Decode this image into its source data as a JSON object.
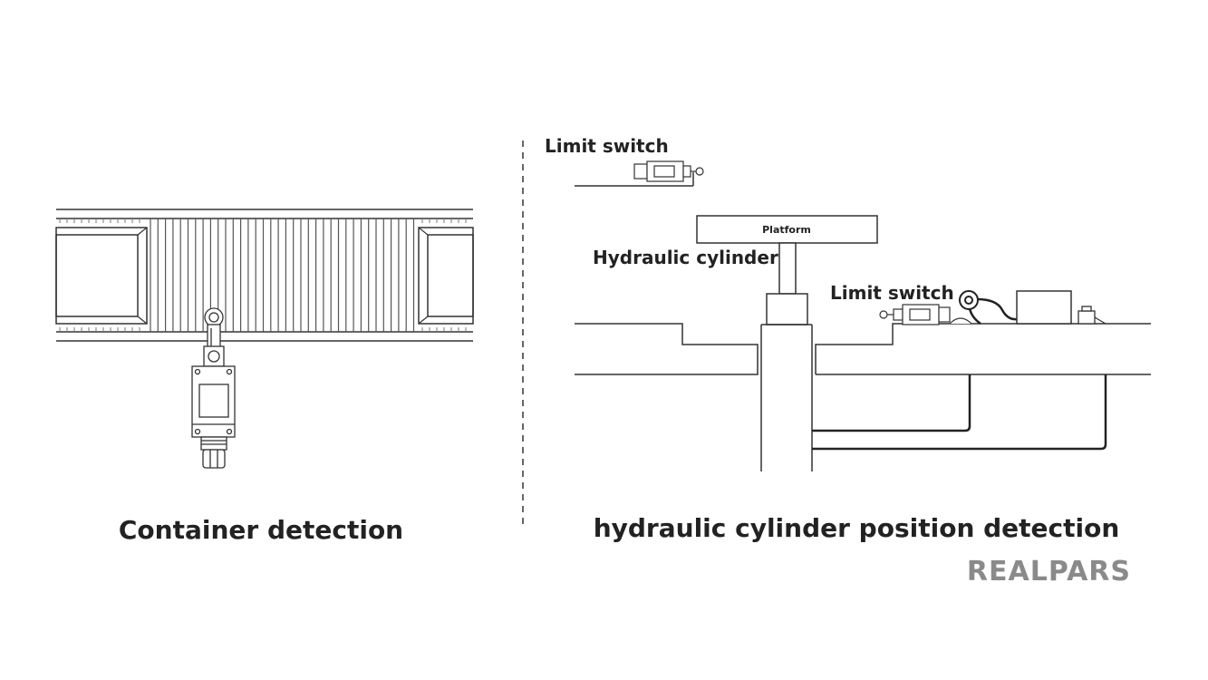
{
  "left_panel": {
    "caption": "Container detection"
  },
  "right_panel": {
    "caption": "hydraulic cylinder position detection",
    "limit_switch_top_label": "Limit switch",
    "limit_switch_mid_label": "Limit switch",
    "platform_label": "Platform",
    "cylinder_label": "Hydraulic cylinder"
  },
  "brand": {
    "logo_text": "REALPARS"
  }
}
